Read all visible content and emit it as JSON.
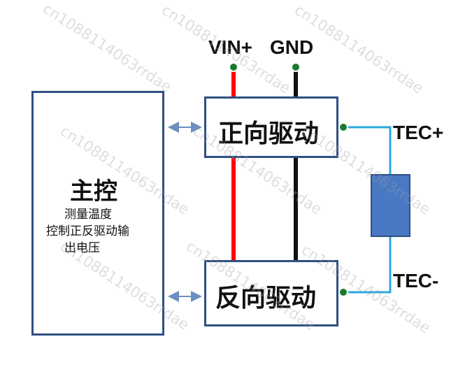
{
  "terminals": {
    "vin": "VIN+",
    "gnd": "GND",
    "tec_pos": "TEC+",
    "tec_neg": "TEC-"
  },
  "blocks": {
    "main_controller": {
      "title": "主控",
      "lines": [
        "测量温度",
        "控制正反驱动输",
        "出电压"
      ]
    },
    "forward_driver": "正向驱动",
    "reverse_driver": "反向驱动"
  },
  "watermark": "cn1088114063rrdae",
  "colors": {
    "vin_wire": "#ff0000",
    "gnd_wire": "#111111",
    "tec_wire": "#29a8e0",
    "box_border": "#2f4f82",
    "tec_element": "#4a79c4",
    "signal_arrow": "#6b8fbf",
    "terminal_dot": "#1a7a2c"
  }
}
